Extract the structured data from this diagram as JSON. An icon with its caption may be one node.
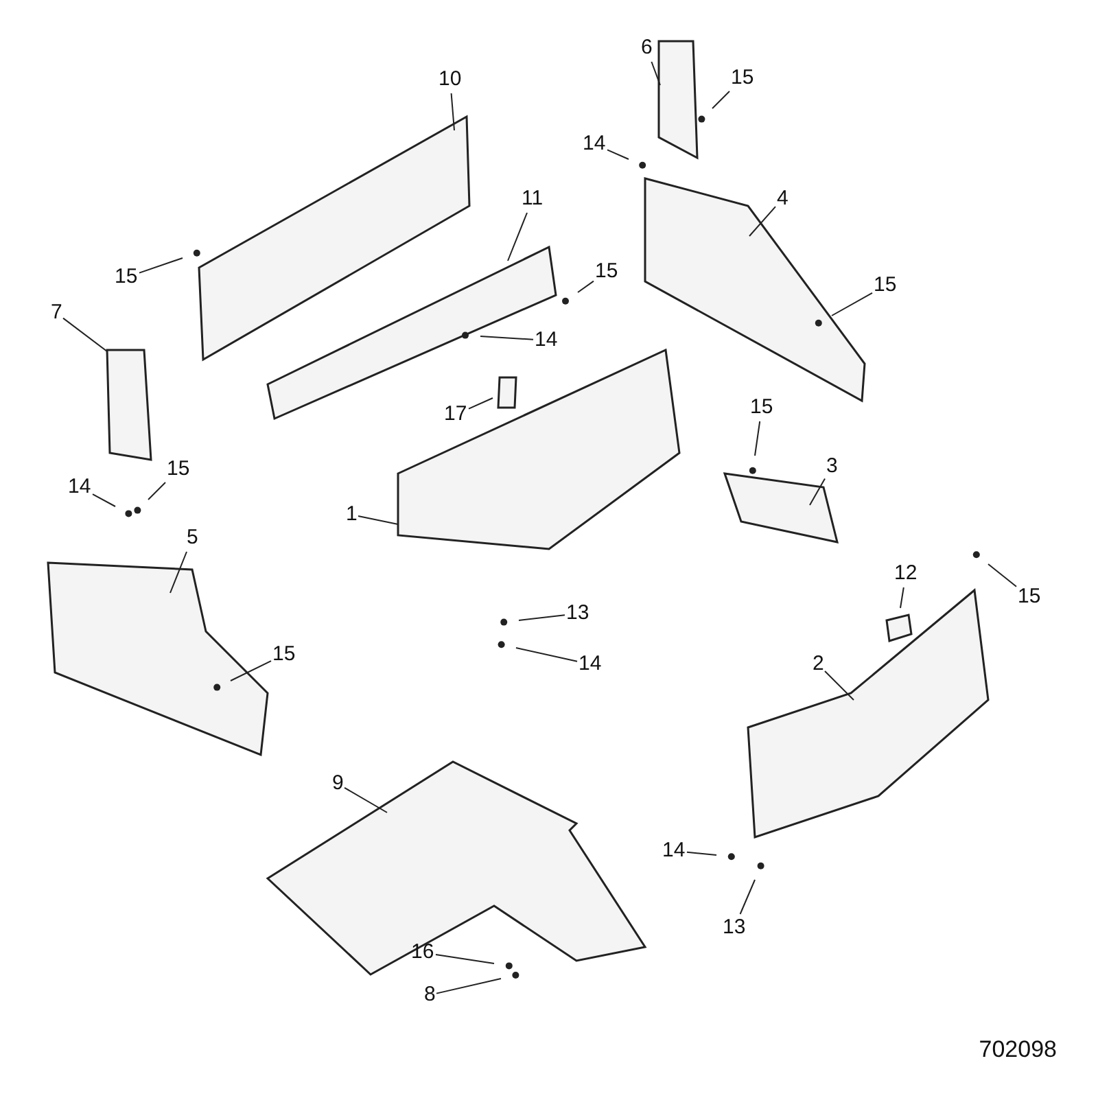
{
  "diagram": {
    "nodes": [
      {
        "text": [
          "10"
        ]
      },
      {
        "text": [
          "6"
        ]
      },
      {
        "text": [
          "15"
        ]
      },
      {
        "text": [
          "14"
        ]
      },
      {
        "text": [
          "11"
        ]
      },
      {
        "text": [
          "4"
        ]
      },
      {
        "text": [
          "15"
        ]
      },
      {
        "text": [
          "15"
        ]
      },
      {
        "text": [
          "15"
        ]
      },
      {
        "text": [
          "7"
        ]
      },
      {
        "text": [
          "14"
        ]
      },
      {
        "text": [
          "17"
        ]
      },
      {
        "text": [
          "15"
        ]
      },
      {
        "text": [
          "3"
        ]
      },
      {
        "text": [
          "14"
        ]
      },
      {
        "text": [
          "15"
        ]
      },
      {
        "text": [
          "1"
        ]
      },
      {
        "text": [
          "5"
        ]
      },
      {
        "text": [
          "12"
        ]
      },
      {
        "text": [
          "15"
        ]
      },
      {
        "text": [
          "13"
        ]
      },
      {
        "text": [
          "14"
        ]
      },
      {
        "text": [
          "15"
        ]
      },
      {
        "text": [
          "2"
        ]
      },
      {
        "text": [
          "9"
        ]
      },
      {
        "text": [
          "14"
        ]
      },
      {
        "text": [
          "13"
        ]
      },
      {
        "text": [
          "16"
        ]
      },
      {
        "text": [
          "8"
        ]
      }
    ],
    "edges": [
      {
        "from": 0,
        "to": null,
        "arrow": "none"
      },
      {
        "from": 1,
        "to": null,
        "arrow": "none"
      },
      {
        "from": 2,
        "to": null,
        "arrow": "none"
      },
      {
        "from": 3,
        "to": null,
        "arrow": "none"
      },
      {
        "from": 4,
        "to": null,
        "arrow": "none"
      },
      {
        "from": 5,
        "to": null,
        "arrow": "none"
      },
      {
        "from": 6,
        "to": null,
        "arrow": "none"
      },
      {
        "from": 7,
        "to": null,
        "arrow": "none"
      },
      {
        "from": 8,
        "to": null,
        "arrow": "none"
      },
      {
        "from": 9,
        "to": null,
        "arrow": "none"
      },
      {
        "from": 10,
        "to": null,
        "arrow": "none"
      },
      {
        "from": 11,
        "to": null,
        "arrow": "none"
      },
      {
        "from": 12,
        "to": null,
        "arrow": "none"
      },
      {
        "from": 13,
        "to": null,
        "arrow": "none"
      },
      {
        "from": 14,
        "to": null,
        "arrow": "none"
      },
      {
        "from": 15,
        "to": null,
        "arrow": "none"
      },
      {
        "from": 16,
        "to": null,
        "arrow": "none"
      },
      {
        "from": 17,
        "to": null,
        "arrow": "none"
      },
      {
        "from": 18,
        "to": null,
        "arrow": "none"
      },
      {
        "from": 19,
        "to": null,
        "arrow": "none"
      },
      {
        "from": 20,
        "to": null,
        "arrow": "none"
      },
      {
        "from": 21,
        "to": null,
        "arrow": "none"
      },
      {
        "from": 22,
        "to": null,
        "arrow": "none"
      },
      {
        "from": 23,
        "to": null,
        "arrow": "none"
      },
      {
        "from": 24,
        "to": null,
        "arrow": "none"
      },
      {
        "from": 25,
        "to": null,
        "arrow": "none"
      },
      {
        "from": 26,
        "to": null,
        "arrow": "none"
      },
      {
        "from": 27,
        "to": null,
        "arrow": "none"
      },
      {
        "from": 28,
        "to": null,
        "arrow": "none"
      }
    ],
    "labels": [
      "702098"
    ]
  }
}
